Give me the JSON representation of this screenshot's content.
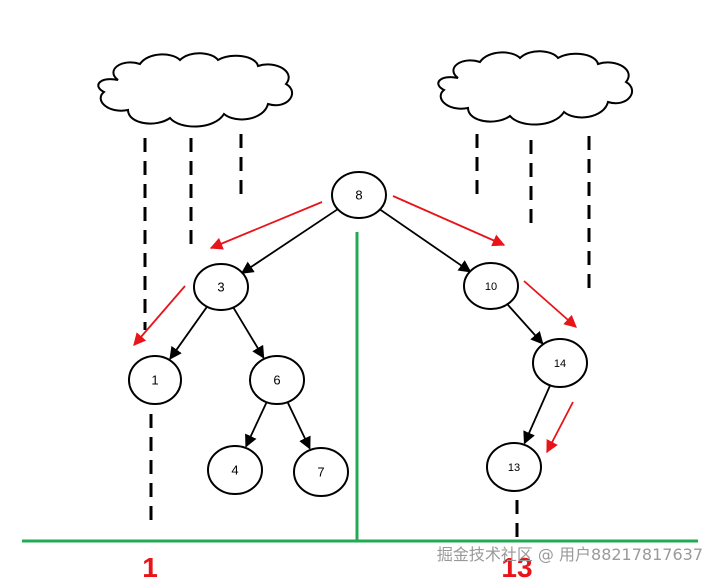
{
  "colors": {
    "edge": "#000000",
    "traversal_arrow": "#e8141a",
    "ground_line": "#22aa55",
    "center_line": "#22aa55",
    "result_text": "#e8141a",
    "node_stroke": "#000000",
    "node_fill": "#ffffff",
    "cloud_stroke": "#000000",
    "rain": "#000000"
  },
  "tree": {
    "nodes": [
      {
        "id": "n8",
        "label": "8"
      },
      {
        "id": "n3",
        "label": "3"
      },
      {
        "id": "n10",
        "label": "10"
      },
      {
        "id": "n1",
        "label": "1"
      },
      {
        "id": "n6",
        "label": "6"
      },
      {
        "id": "n14",
        "label": "14"
      },
      {
        "id": "n4",
        "label": "4"
      },
      {
        "id": "n7",
        "label": "7"
      },
      {
        "id": "n13",
        "label": "13"
      }
    ],
    "edges": [
      {
        "from": "n8",
        "to": "n3"
      },
      {
        "from": "n8",
        "to": "n10"
      },
      {
        "from": "n3",
        "to": "n1"
      },
      {
        "from": "n3",
        "to": "n6"
      },
      {
        "from": "n6",
        "to": "n4"
      },
      {
        "from": "n6",
        "to": "n7"
      },
      {
        "from": "n10",
        "to": "n14"
      },
      {
        "from": "n14",
        "to": "n13"
      }
    ]
  },
  "results": {
    "left": "1",
    "right": "13"
  },
  "watermark": "掘金技术社区 @ 用户88217817637"
}
